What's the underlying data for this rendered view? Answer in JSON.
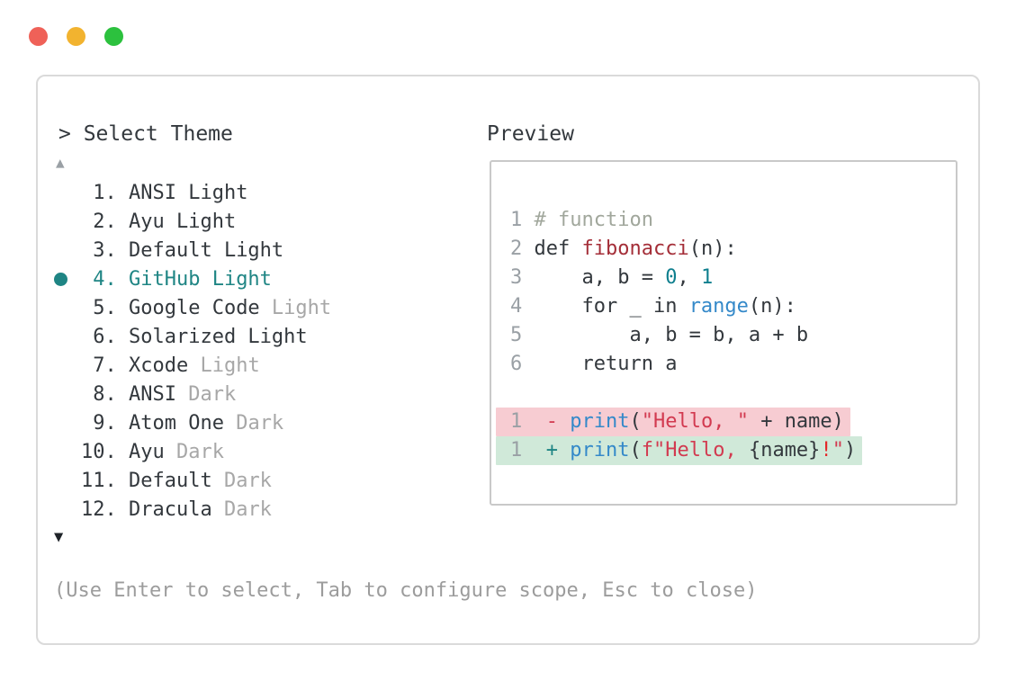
{
  "window": {
    "traffic_lights": [
      {
        "name": "close",
        "color": "#ef6158"
      },
      {
        "name": "minimize",
        "color": "#f2b32f"
      },
      {
        "name": "zoom",
        "color": "#2cc13e"
      }
    ]
  },
  "theme_picker": {
    "title": "> Select Theme",
    "scroll_up_icon": "▲",
    "scroll_down_icon": "▼",
    "selected_number": "4",
    "items": [
      {
        "number": "1",
        "name": "ANSI Light",
        "dim": "",
        "selected": false
      },
      {
        "number": "2",
        "name": "Ayu Light",
        "dim": "",
        "selected": false
      },
      {
        "number": "3",
        "name": "Default Light",
        "dim": "",
        "selected": false
      },
      {
        "number": "4",
        "name": "GitHub Light",
        "dim": "",
        "selected": true
      },
      {
        "number": "5",
        "name": "Google Code",
        "dim": "Light",
        "selected": false
      },
      {
        "number": "6",
        "name": "Solarized Light",
        "dim": "",
        "selected": false
      },
      {
        "number": "7",
        "name": "Xcode",
        "dim": "Light",
        "selected": false
      },
      {
        "number": "8",
        "name": "ANSI",
        "dim": "Dark",
        "selected": false
      },
      {
        "number": "9",
        "name": "Atom One",
        "dim": "Dark",
        "selected": false
      },
      {
        "number": "10",
        "name": "Ayu",
        "dim": "Dark",
        "selected": false
      },
      {
        "number": "11",
        "name": "Default",
        "dim": "Dark",
        "selected": false
      },
      {
        "number": "12",
        "name": "Dracula",
        "dim": "Dark",
        "selected": false
      }
    ],
    "hint": "(Use Enter to select, Tab to configure scope, Esc to close)"
  },
  "preview": {
    "title": "Preview",
    "code_lines": [
      {
        "no": "1",
        "tokens": [
          [
            "comment",
            "# function"
          ]
        ]
      },
      {
        "no": "2",
        "tokens": [
          [
            "txt",
            "def "
          ],
          [
            "fn",
            "fibonacci"
          ],
          [
            "txt",
            "(n):"
          ]
        ]
      },
      {
        "no": "3",
        "tokens": [
          [
            "txt",
            "    a, b = "
          ],
          [
            "num",
            "0"
          ],
          [
            "txt",
            ", "
          ],
          [
            "num",
            "1"
          ]
        ]
      },
      {
        "no": "4",
        "tokens": [
          [
            "txt",
            "    for _ in "
          ],
          [
            "blue",
            "range"
          ],
          [
            "txt",
            "(n):"
          ]
        ]
      },
      {
        "no": "5",
        "tokens": [
          [
            "txt",
            "        a, b = b, a + b"
          ]
        ]
      },
      {
        "no": "6",
        "tokens": [
          [
            "txt",
            "    return a"
          ]
        ]
      }
    ],
    "diff_lines": [
      {
        "no": "1",
        "kind": "removed",
        "tokens": [
          [
            "str",
            " - "
          ],
          [
            "blue",
            "print"
          ],
          [
            "txt",
            "("
          ],
          [
            "str",
            "\"Hello, \""
          ],
          [
            "txt",
            " + name)"
          ]
        ]
      },
      {
        "no": "1",
        "kind": "added",
        "tokens": [
          [
            "plus",
            " + "
          ],
          [
            "blue",
            "print"
          ],
          [
            "txt",
            "("
          ],
          [
            "str",
            "f\"Hello, "
          ],
          [
            "txt",
            "{name}"
          ],
          [
            "bang",
            "!"
          ],
          [
            "str",
            "\""
          ],
          [
            "txt",
            ")"
          ]
        ]
      }
    ]
  },
  "colors": {
    "accent_teal": "#1f8584",
    "text_dark": "#33383d",
    "text_gray": "#a7a7a7",
    "fn_red": "#a42e38",
    "str_red": "#d23a50",
    "kw_blue": "#3489c9",
    "code_num": "#0f7f8e",
    "comment": "#a1a79c",
    "removed_bg": "#f7ccd2",
    "added_bg": "#d0e9d9"
  }
}
